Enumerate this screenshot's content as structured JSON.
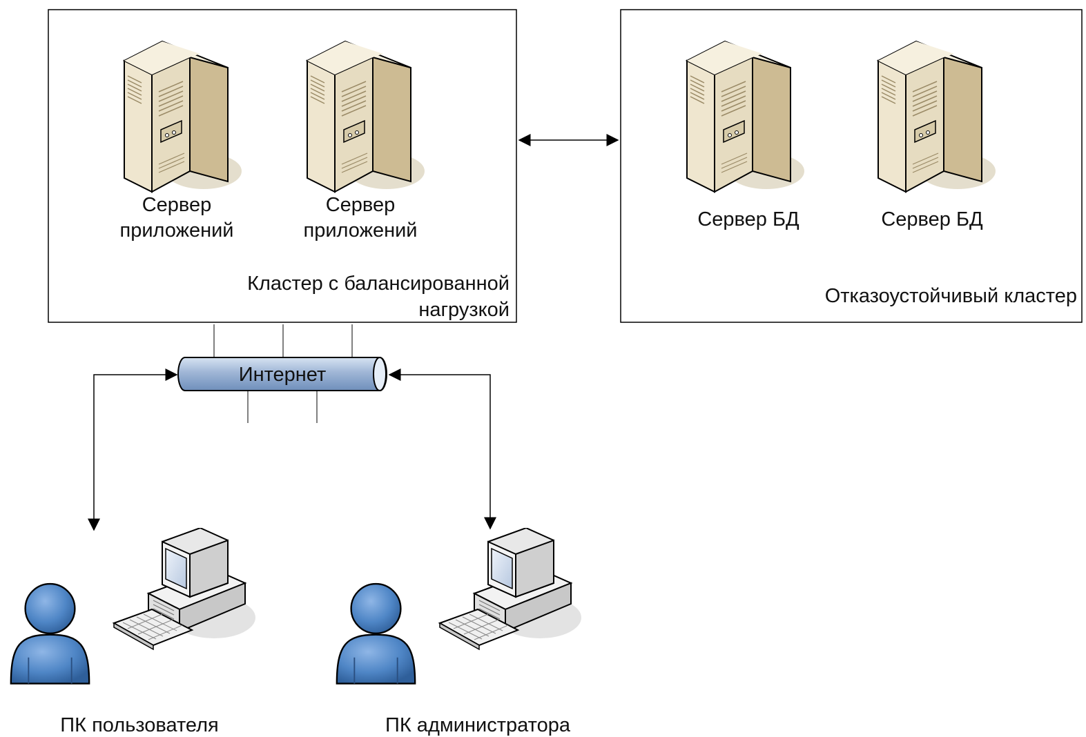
{
  "clusters": {
    "app": {
      "title_line1": "Кластер с балансированной",
      "title_line2": "нагрузкой",
      "servers": [
        {
          "line1": "Сервер",
          "line2": "приложений"
        },
        {
          "line1": "Сервер",
          "line2": "приложений"
        }
      ]
    },
    "db": {
      "title": "Отказоустойчивый кластер",
      "servers": [
        {
          "label": "Сервер БД"
        },
        {
          "label": "Сервер БД"
        }
      ]
    }
  },
  "network": {
    "label": "Интернет"
  },
  "clients": [
    {
      "label": "ПК пользователя"
    },
    {
      "label": "ПК администратора"
    }
  ],
  "colors": {
    "server_front": "#e9e0c7",
    "server_side": "#c9b78f",
    "server_top": "#f4eedd",
    "pipe": "#9fb6d6",
    "person": "#4f86c6",
    "person_dark": "#2f5f9a",
    "monitor_screen": "#c9d7ea"
  }
}
